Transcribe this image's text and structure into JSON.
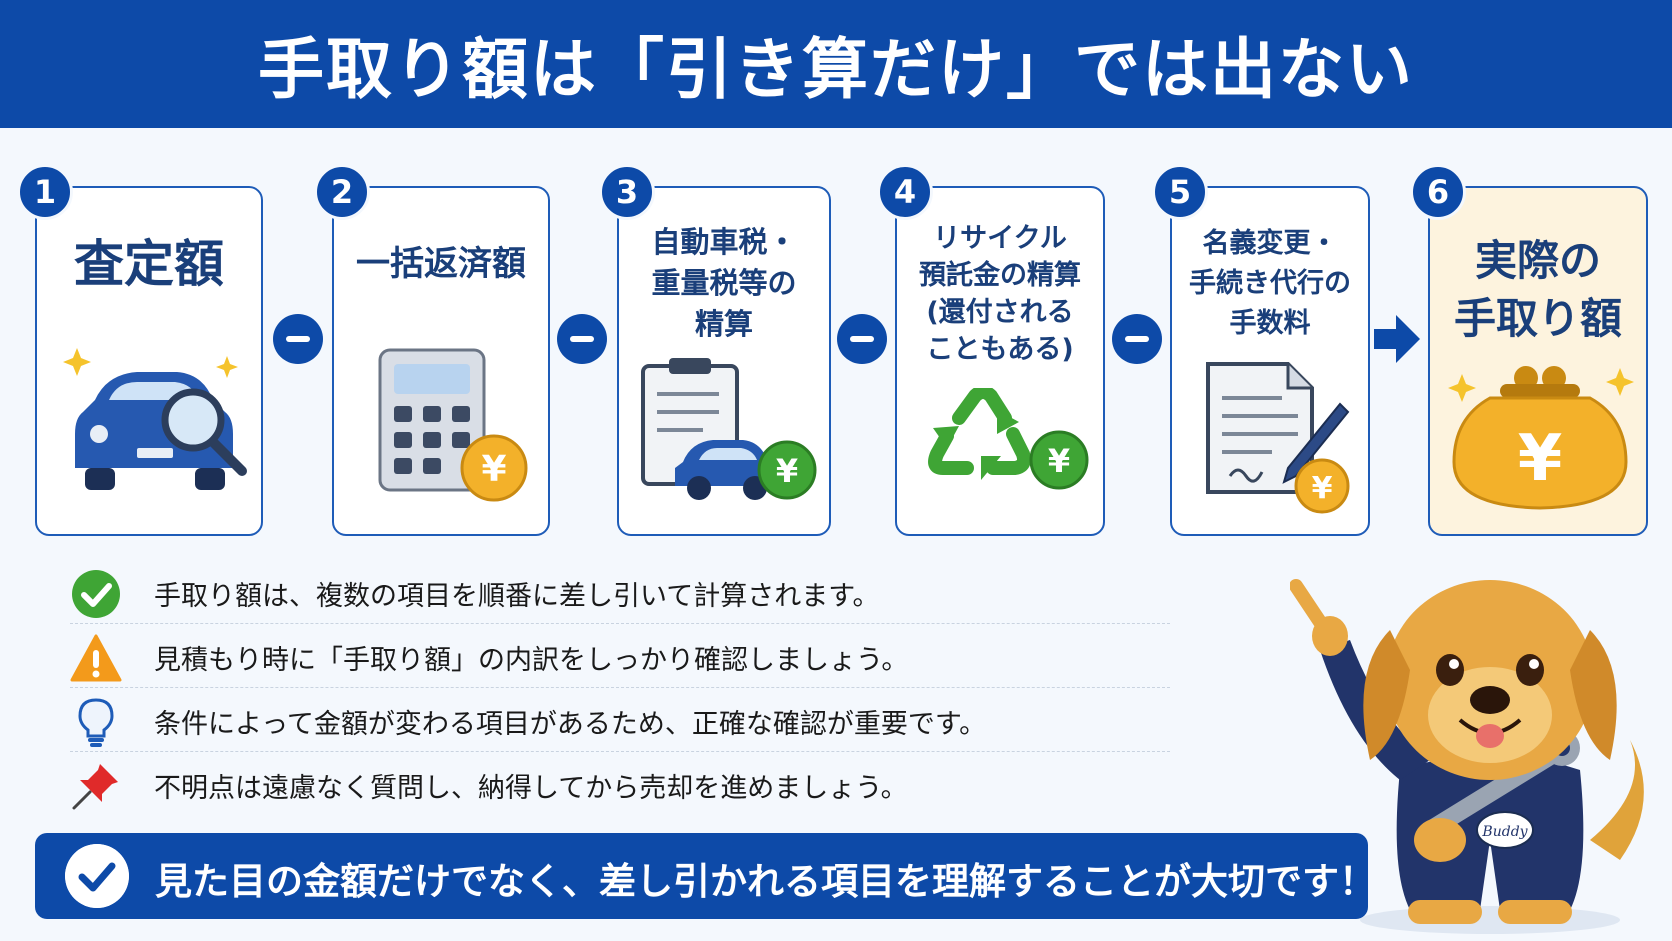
{
  "title": "手取り額は「引き算だけ」では出ない",
  "steps": [
    {
      "number": "1",
      "title_lines": [
        "査定額"
      ]
    },
    {
      "number": "2",
      "title_lines": [
        "一括返済額"
      ]
    },
    {
      "number": "3",
      "title_lines": [
        "自動車税・",
        "重量税等の",
        "精算"
      ]
    },
    {
      "number": "4",
      "title_lines": [
        "リサイクル",
        "預託金の精算",
        "(還付される",
        "こともある)"
      ]
    },
    {
      "number": "5",
      "title_lines": [
        "名義変更・",
        "手続き代行の",
        "手数料"
      ]
    },
    {
      "number": "6",
      "title_lines": [
        "実際の",
        "手取り額"
      ]
    }
  ],
  "icon_labels": {
    "yen": "¥",
    "badge": "Buddy"
  },
  "points": [
    {
      "icon": "check-icon",
      "text": "手取り額は、複数の項目を順番に差し引いて計算されます。"
    },
    {
      "icon": "warning-icon",
      "text": "見積もり時に「手取り額」の内訳をしっかり確認しましょう。"
    },
    {
      "icon": "lightbulb-icon",
      "text": "条件によって金額が変わる項目があるため、正確な確認が重要です。"
    },
    {
      "icon": "pushpin-icon",
      "text": "不明点は遠慮なく質問し、納得してから売却を進めましょう。"
    }
  ],
  "conclusion": "見た目の金額だけでなく、差し引かれる項目を理解することが大切です！",
  "colors": {
    "primary": "#0d4aa8",
    "background": "#f4f8fd",
    "final_card": "#fdf3de",
    "coin": "#f3b12a",
    "green": "#3fa535"
  }
}
